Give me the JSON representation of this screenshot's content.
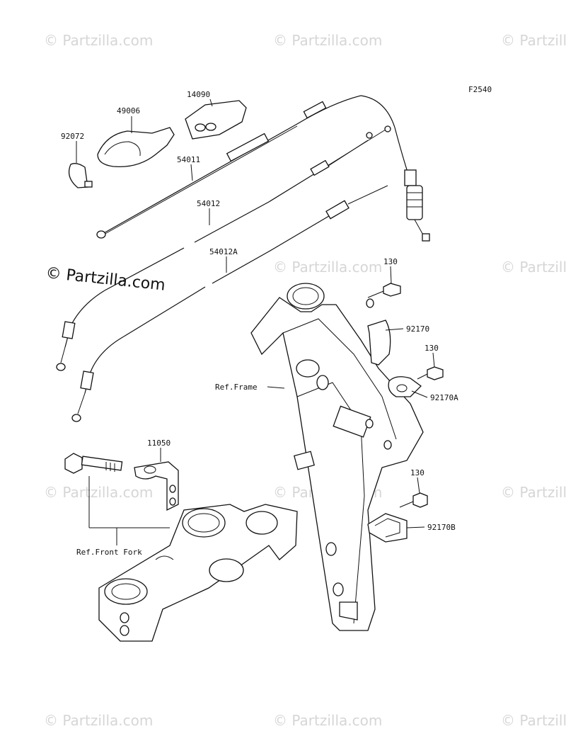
{
  "figure_code": "F2540",
  "watermark": "© Partzilla.com",
  "parts": [
    {
      "id": "14090"
    },
    {
      "id": "49006"
    },
    {
      "id": "92072"
    },
    {
      "id": "54011"
    },
    {
      "id": "54012"
    },
    {
      "id": "54012A"
    },
    {
      "id": "130"
    },
    {
      "id": "92170"
    },
    {
      "id": "130"
    },
    {
      "id": "92170A"
    },
    {
      "id": "11050"
    },
    {
      "id": "130"
    },
    {
      "id": "92170B"
    }
  ],
  "refs": {
    "frame": "Ref.Frame",
    "front_fork": "Ref.Front Fork"
  }
}
